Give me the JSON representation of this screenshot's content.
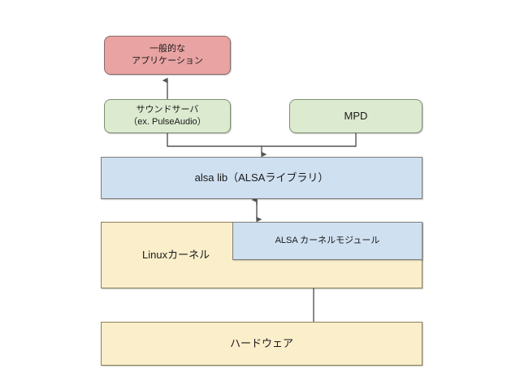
{
  "diagram": {
    "title": "ALSA sound stack layer diagram",
    "background": "#ffffff",
    "edge_color": "#555555",
    "nodes": {
      "application": {
        "label": "一般的な\nアプリケーション",
        "fill": "#e9a3a3",
        "stroke": "#8a6a6a",
        "shape": "rounded-rect"
      },
      "sound_server": {
        "label": "サウンドサーバ\n（ex. PulseAudio）",
        "fill": "#dcead0",
        "stroke": "#7e9070",
        "shape": "rounded-rect"
      },
      "mpd": {
        "label": "MPD",
        "fill": "#dcead0",
        "stroke": "#7e9070",
        "shape": "rounded-rect"
      },
      "alsa_lib": {
        "label": "alsa lib（ALSAライブラリ）",
        "fill": "#cfe0f1",
        "stroke": "#7d7d7d",
        "shape": "rect"
      },
      "linux_kernel": {
        "label": "Linuxカーネル",
        "fill": "#fbeecb",
        "stroke": "#8c8052",
        "shape": "rect"
      },
      "alsa_kernel_module": {
        "label": "ALSA カーネルモジュール",
        "fill": "#cfe0f1",
        "stroke": "#7d7d7d",
        "shape": "rect"
      },
      "hardware": {
        "label": "ハードウェア",
        "fill": "#fbeecb",
        "stroke": "#8c8052",
        "shape": "rect"
      }
    },
    "edges": [
      {
        "name": "sound-server-to-application",
        "from": "sound_server",
        "to": "application",
        "arrows": "to"
      },
      {
        "name": "sound-server-to-alsa-lib",
        "from": "sound_server",
        "to": "alsa_lib",
        "arrows": "to"
      },
      {
        "name": "mpd-to-alsa-lib",
        "from": "mpd",
        "to": "alsa_lib",
        "arrows": "to"
      },
      {
        "name": "alsa-lib-to-alsa-kernel-module",
        "from": "alsa_lib",
        "to": "alsa_kernel_module",
        "arrows": "both"
      },
      {
        "name": "hardware-to-alsa-kernel-module",
        "from": "hardware",
        "to": "alsa_kernel_module",
        "arrows": "to"
      }
    ]
  }
}
